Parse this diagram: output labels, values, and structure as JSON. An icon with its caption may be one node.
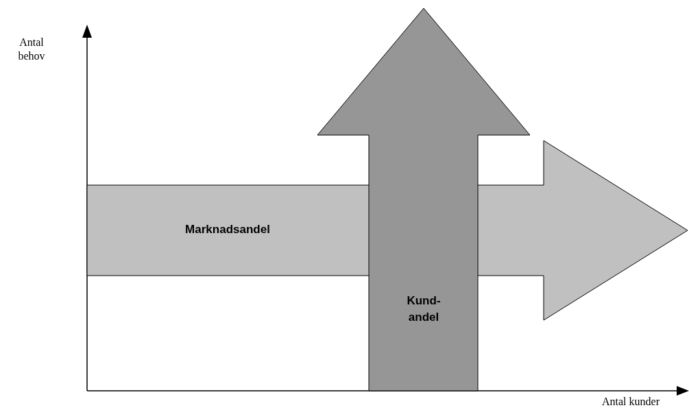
{
  "diagram": {
    "nodes": [
      {
        "text": [
          "Marknadsandel"
        ]
      },
      {
        "text": [
          "Kund- andel"
        ]
      }
    ],
    "labels": [
      "Antal behov",
      "Antal kunder"
    ]
  }
}
